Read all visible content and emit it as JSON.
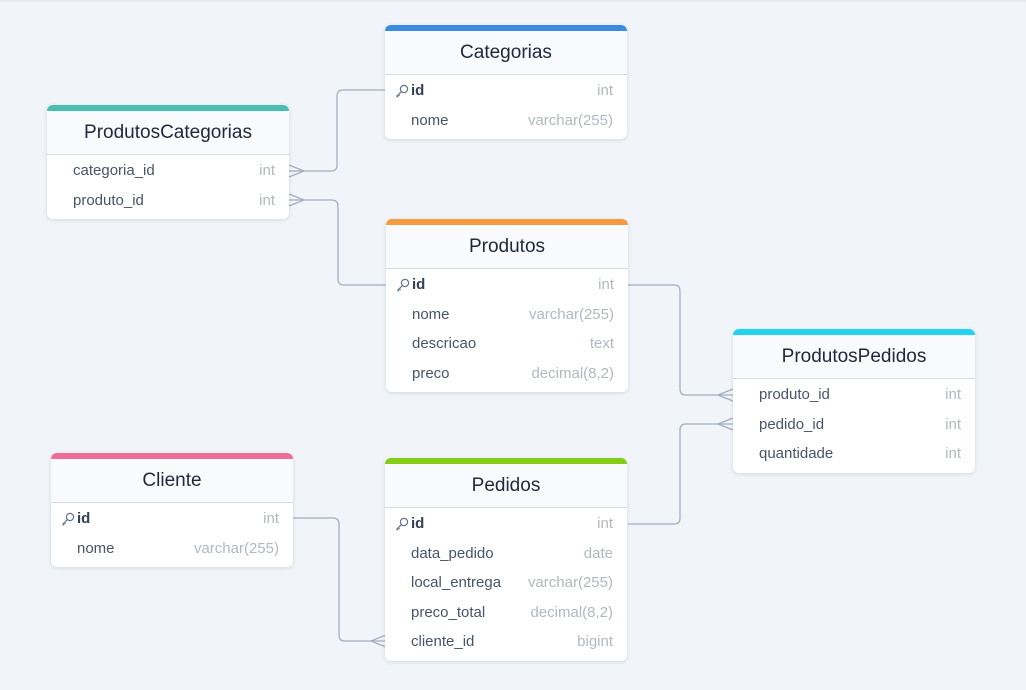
{
  "diagram": {
    "tables": {
      "categorias": {
        "name": "Categorias",
        "color": "#3b8be0",
        "fields": [
          {
            "name": "id",
            "type": "int",
            "pk": true
          },
          {
            "name": "nome",
            "type": "varchar(255)",
            "pk": false
          }
        ]
      },
      "produtos_categorias": {
        "name": "ProdutosCategorias",
        "color": "#4bbfad",
        "fields": [
          {
            "name": "categoria_id",
            "type": "int",
            "pk": false
          },
          {
            "name": "produto_id",
            "type": "int",
            "pk": false
          }
        ]
      },
      "produtos": {
        "name": "Produtos",
        "color": "#f59a3e",
        "fields": [
          {
            "name": "id",
            "type": "int",
            "pk": true
          },
          {
            "name": "nome",
            "type": "varchar(255)",
            "pk": false
          },
          {
            "name": "descricao",
            "type": "text",
            "pk": false
          },
          {
            "name": "preco",
            "type": "decimal(8,2)",
            "pk": false
          }
        ]
      },
      "produtos_pedidos": {
        "name": "ProdutosPedidos",
        "color": "#22d3ee",
        "fields": [
          {
            "name": "produto_id",
            "type": "int",
            "pk": false
          },
          {
            "name": "pedido_id",
            "type": "int",
            "pk": false
          },
          {
            "name": "quantidade",
            "type": "int",
            "pk": false
          }
        ]
      },
      "cliente": {
        "name": "Cliente",
        "color": "#f06b96",
        "fields": [
          {
            "name": "id",
            "type": "int",
            "pk": true
          },
          {
            "name": "nome",
            "type": "varchar(255)",
            "pk": false
          }
        ]
      },
      "pedidos": {
        "name": "Pedidos",
        "color": "#84cc16",
        "fields": [
          {
            "name": "id",
            "type": "int",
            "pk": true
          },
          {
            "name": "data_pedido",
            "type": "date",
            "pk": false
          },
          {
            "name": "local_entrega",
            "type": "varchar(255)",
            "pk": false
          },
          {
            "name": "preco_total",
            "type": "decimal(8,2)",
            "pk": false
          },
          {
            "name": "cliente_id",
            "type": "bigint",
            "pk": false
          }
        ]
      }
    },
    "relationships": [
      {
        "from": "produtos_categorias.categoria_id",
        "to": "categorias.id",
        "cardinality": "many-to-one"
      },
      {
        "from": "produtos_categorias.produto_id",
        "to": "produtos.id",
        "cardinality": "many-to-one"
      },
      {
        "from": "produtos_pedidos.produto_id",
        "to": "produtos.id",
        "cardinality": "many-to-one"
      },
      {
        "from": "produtos_pedidos.pedido_id",
        "to": "pedidos.id",
        "cardinality": "many-to-one"
      },
      {
        "from": "pedidos.cliente_id",
        "to": "cliente.id",
        "cardinality": "many-to-one"
      }
    ],
    "icons": {
      "primary_key": "key-icon",
      "many_end": "crows-foot-icon"
    }
  }
}
